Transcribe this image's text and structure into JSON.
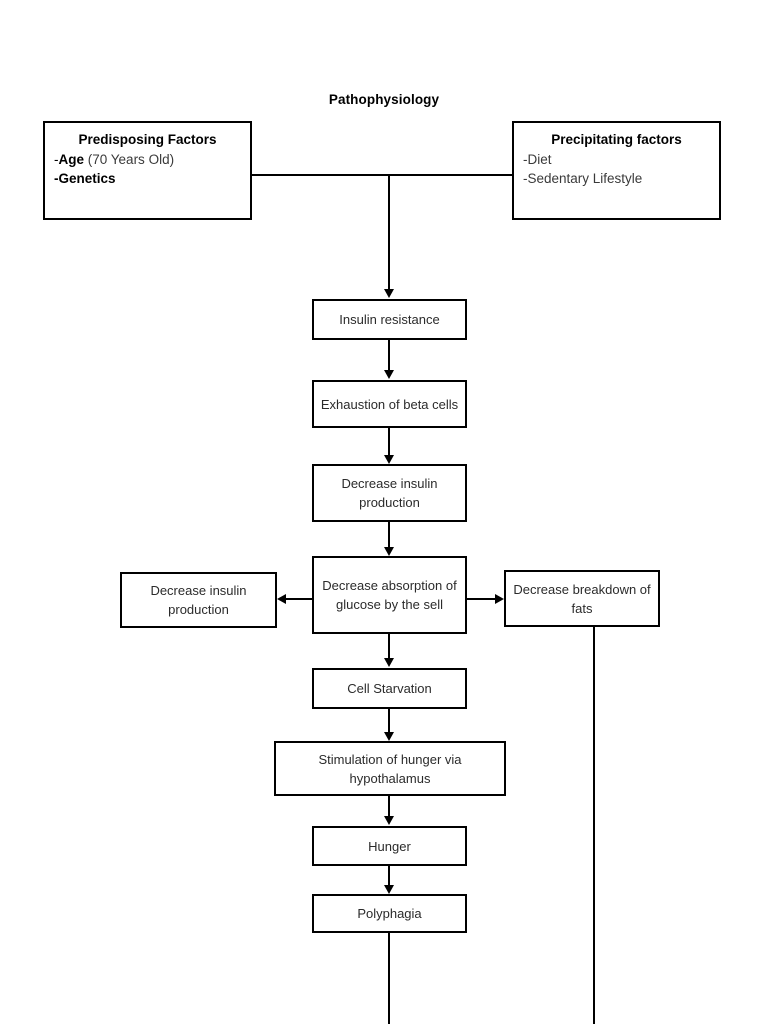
{
  "diagram": {
    "title": "Pathophysiology",
    "predisposing": {
      "heading": "Predisposing Factors",
      "item1_prefix": "-",
      "item1_bold": "Age",
      "item1_rest": " (70 Years Old)",
      "item2": "-Genetics"
    },
    "precipitating": {
      "heading": "Precipitating factors",
      "item1": "-Diet",
      "item2": "-Sedentary Lifestyle"
    },
    "nodes": [
      {
        "id": "insulin-resistance",
        "label": "Insulin resistance"
      },
      {
        "id": "exhaustion-beta-cells",
        "label": "Exhaustion of beta cells"
      },
      {
        "id": "decrease-insulin-production-main",
        "label": "Decrease insulin production"
      },
      {
        "id": "decrease-absorption-glucose",
        "label": "Decrease absorption of glucose by the sell"
      },
      {
        "id": "decrease-insulin-production-left",
        "label": "Decrease insulin production"
      },
      {
        "id": "decrease-breakdown-fats",
        "label": "Decrease breakdown of fats"
      },
      {
        "id": "cell-starvation",
        "label": "Cell Starvation"
      },
      {
        "id": "stimulation-hunger",
        "label": "Stimulation of hunger via hypothalamus"
      },
      {
        "id": "hunger",
        "label": "Hunger"
      },
      {
        "id": "polyphagia",
        "label": "Polyphagia"
      }
    ],
    "colors": {
      "stroke": "#000000",
      "background": "#ffffff",
      "text": "#2b2b2b"
    }
  }
}
